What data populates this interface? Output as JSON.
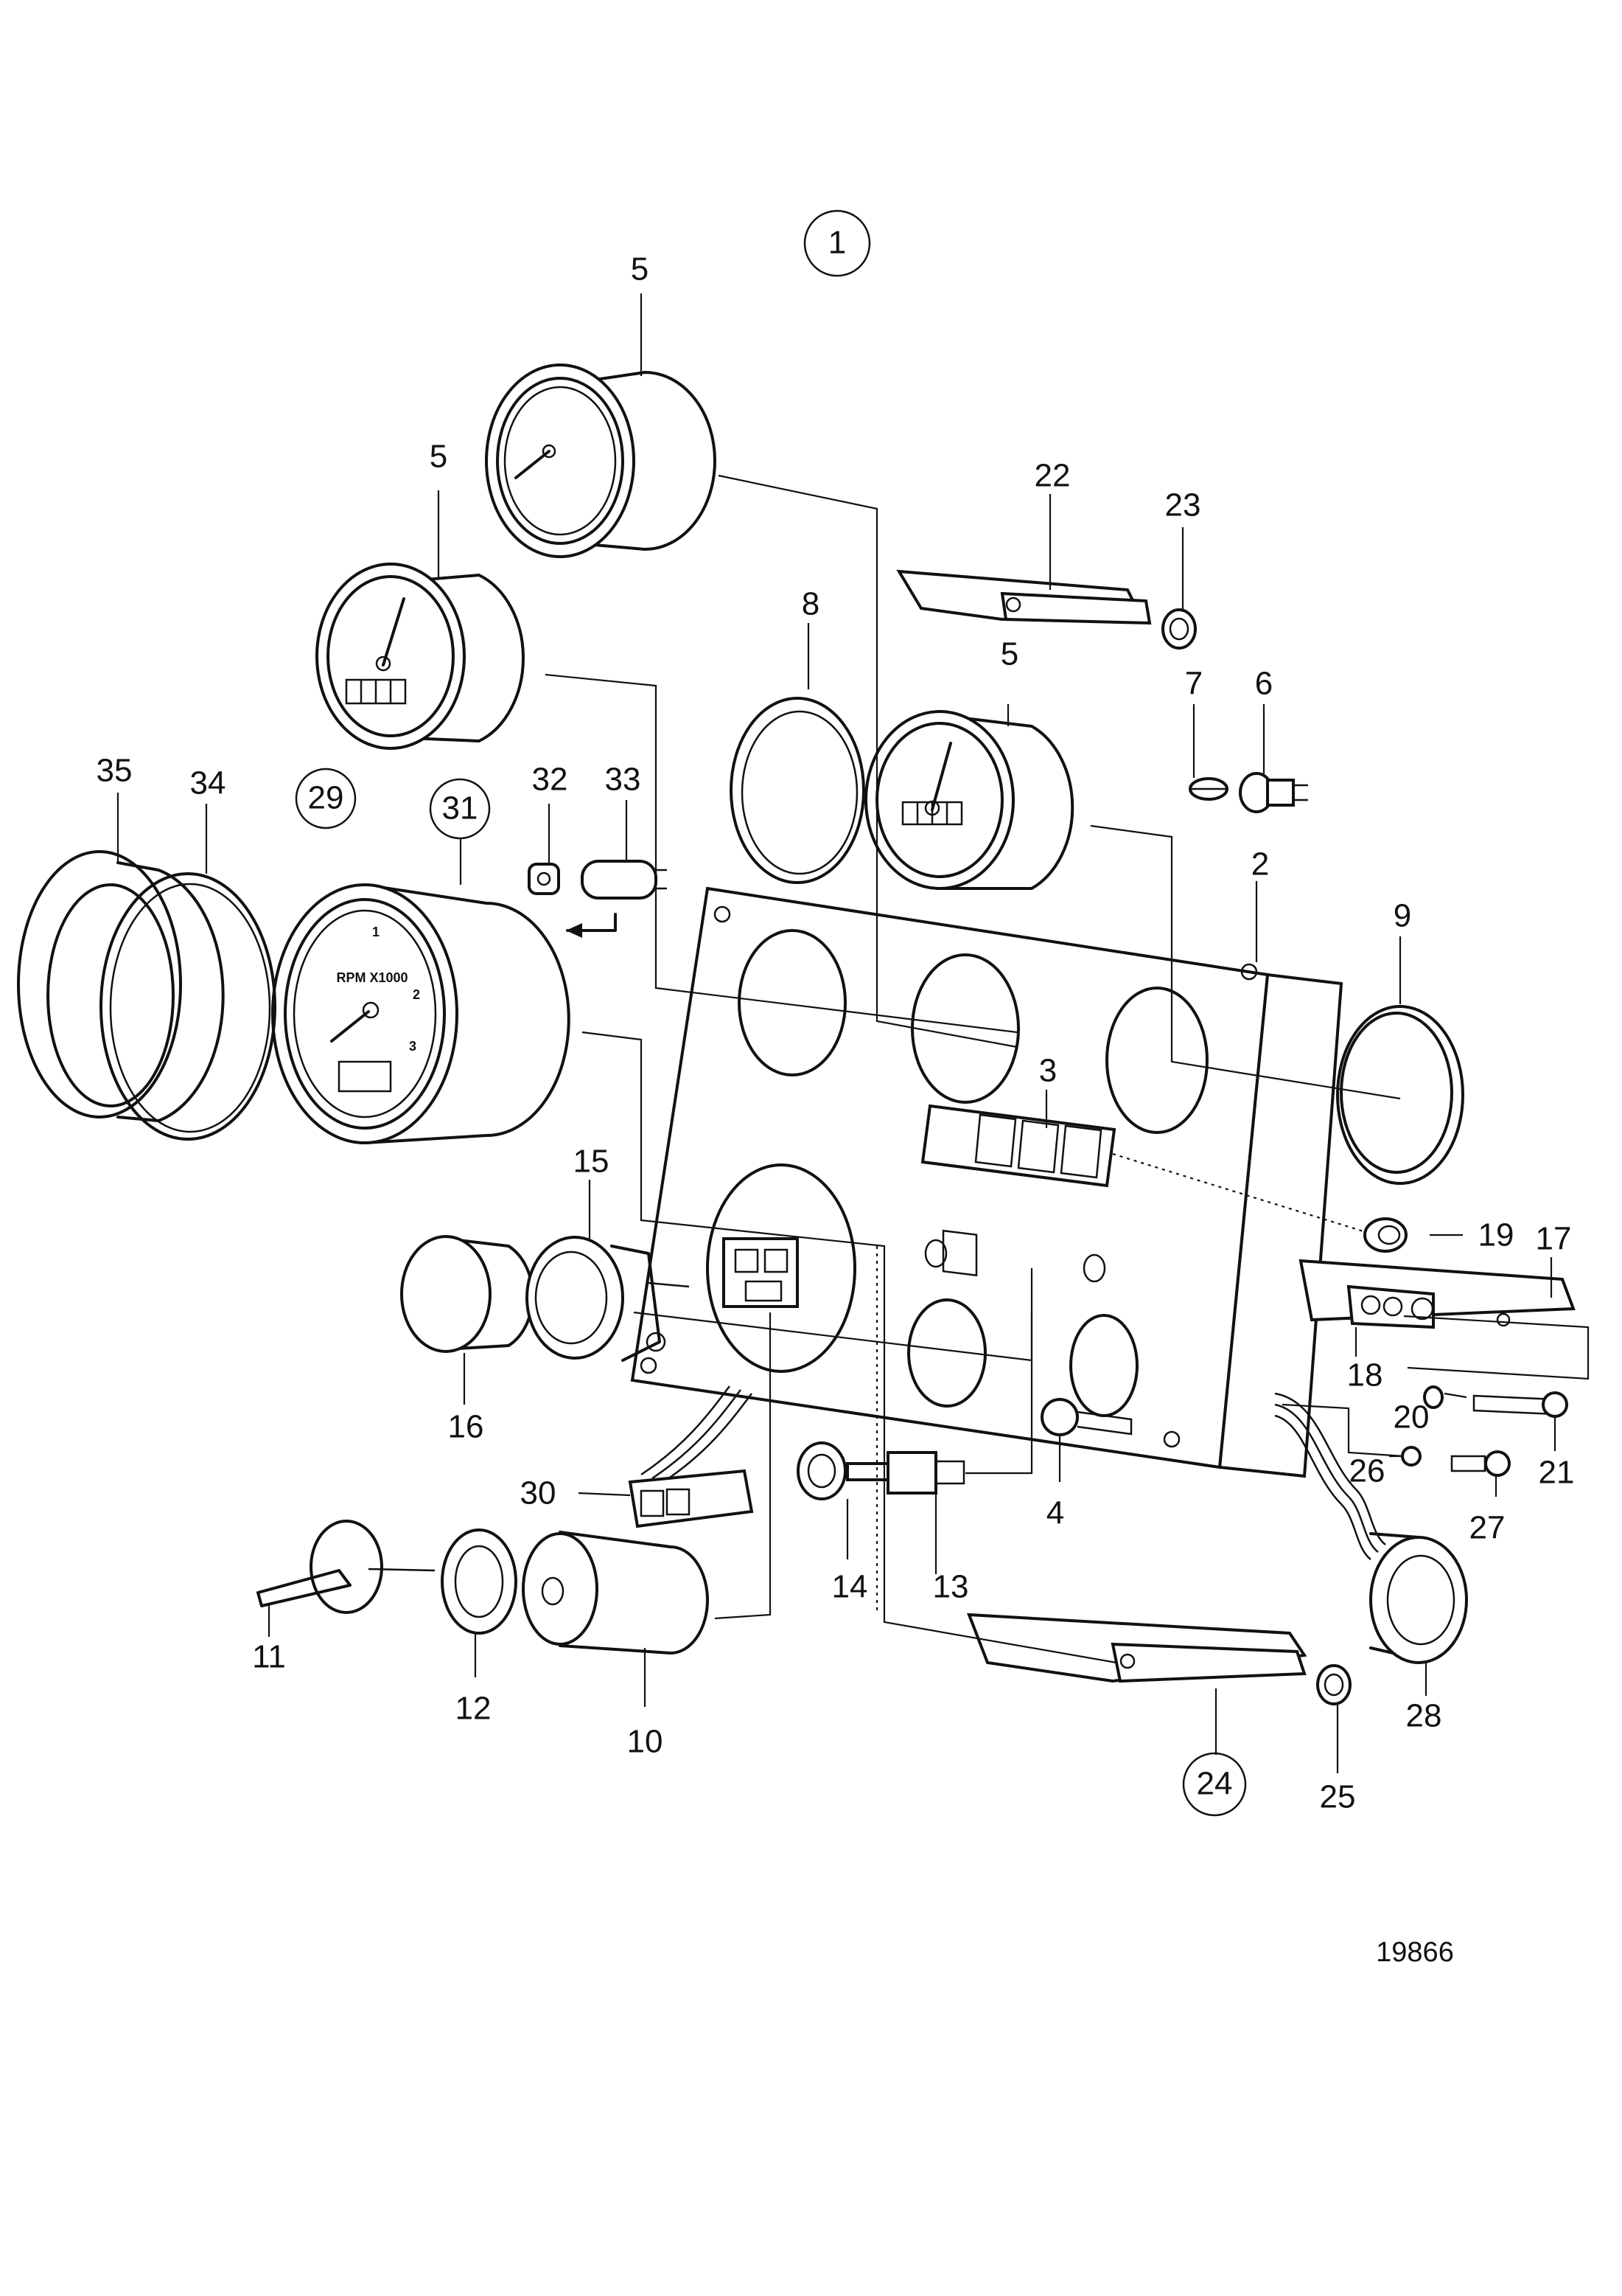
{
  "diagram": {
    "drawing_number": "19866",
    "gauge_dial_text": "RPM X1000",
    "gauge_scale": [
      "1",
      "2",
      "3"
    ],
    "callouts": [
      {
        "id": "c1",
        "label": "1",
        "circled": true
      },
      {
        "id": "c5a",
        "label": "5",
        "circled": false
      },
      {
        "id": "c5b",
        "label": "5",
        "circled": false
      },
      {
        "id": "c5c",
        "label": "5",
        "circled": false
      },
      {
        "id": "c22",
        "label": "22",
        "circled": false
      },
      {
        "id": "c23",
        "label": "23",
        "circled": false
      },
      {
        "id": "c8",
        "label": "8",
        "circled": false
      },
      {
        "id": "c7",
        "label": "7",
        "circled": false
      },
      {
        "id": "c6",
        "label": "6",
        "circled": false
      },
      {
        "id": "c35",
        "label": "35",
        "circled": false
      },
      {
        "id": "c34",
        "label": "34",
        "circled": false
      },
      {
        "id": "c29",
        "label": "29",
        "circled": true
      },
      {
        "id": "c31",
        "label": "31",
        "circled": true
      },
      {
        "id": "c32",
        "label": "32",
        "circled": false
      },
      {
        "id": "c33",
        "label": "33",
        "circled": false
      },
      {
        "id": "c2",
        "label": "2",
        "circled": false
      },
      {
        "id": "c9",
        "label": "9",
        "circled": false
      },
      {
        "id": "c3",
        "label": "3",
        "circled": false
      },
      {
        "id": "c15",
        "label": "15",
        "circled": false
      },
      {
        "id": "c19",
        "label": "19",
        "circled": false
      },
      {
        "id": "c17",
        "label": "17",
        "circled": false
      },
      {
        "id": "c16",
        "label": "16",
        "circled": false
      },
      {
        "id": "c18",
        "label": "18",
        "circled": false
      },
      {
        "id": "c20",
        "label": "20",
        "circled": false
      },
      {
        "id": "c21",
        "label": "21",
        "circled": false
      },
      {
        "id": "c30",
        "label": "30",
        "circled": false
      },
      {
        "id": "c4",
        "label": "4",
        "circled": false
      },
      {
        "id": "c26",
        "label": "26",
        "circled": false
      },
      {
        "id": "c27",
        "label": "27",
        "circled": false
      },
      {
        "id": "c14",
        "label": "14",
        "circled": false
      },
      {
        "id": "c13",
        "label": "13",
        "circled": false
      },
      {
        "id": "c11",
        "label": "11",
        "circled": false
      },
      {
        "id": "c12",
        "label": "12",
        "circled": false
      },
      {
        "id": "c10",
        "label": "10",
        "circled": false
      },
      {
        "id": "c28",
        "label": "28",
        "circled": false
      },
      {
        "id": "c24",
        "label": "24",
        "circled": true
      },
      {
        "id": "c25",
        "label": "25",
        "circled": false
      }
    ]
  }
}
